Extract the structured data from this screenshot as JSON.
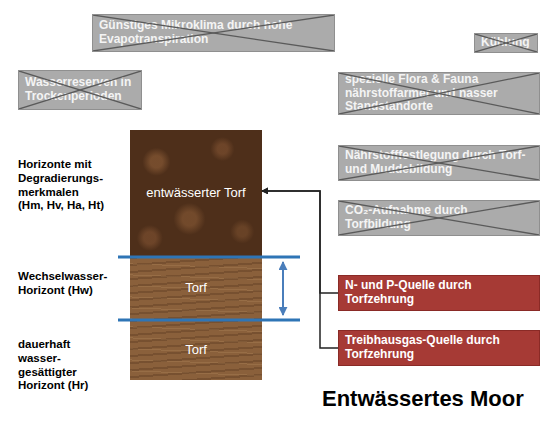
{
  "diagram": {
    "title": "Entwässertes Moor",
    "nodes": [
      {
        "text": [
          "Günstiges Mikroklima durch hohe Evapotranspiration"
        ]
      },
      {
        "text": [
          "Kühlung"
        ]
      },
      {
        "text": [
          "Wasserreserven in Trockenperioden"
        ]
      },
      {
        "text": [
          "spezielle Flora & Fauna nährstoffarmer und nasser Standstandorte"
        ]
      },
      {
        "text": [
          "entwässerter Torf"
        ]
      },
      {
        "text": [
          "Nährstofffestlegung durch Torf- und Muddebildung"
        ]
      },
      {
        "text": [
          "CO₂-Aufnahme durch Torfbildung"
        ]
      },
      {
        "text": [
          "Torf"
        ]
      },
      {
        "text": [
          "N- und P-Quelle durch Torfzehrung"
        ]
      },
      {
        "text": [
          "Torf"
        ]
      },
      {
        "text": [
          "Treibhausgas-Quelle durch Torfzehrung"
        ]
      }
    ],
    "edges": [
      {
        "from": 8,
        "to": 4,
        "arrow": "to"
      },
      {
        "from": 10,
        "to": 4,
        "arrow": "to"
      }
    ],
    "labels": [
      "Horizonte mit Degradierungs- merkmalen (Hm, Hv, Ha, Ht)",
      "Wechselwasser- Horizont (Hw)",
      "dauerhaft wasser- gesättigter Horizont (Hr)"
    ]
  }
}
